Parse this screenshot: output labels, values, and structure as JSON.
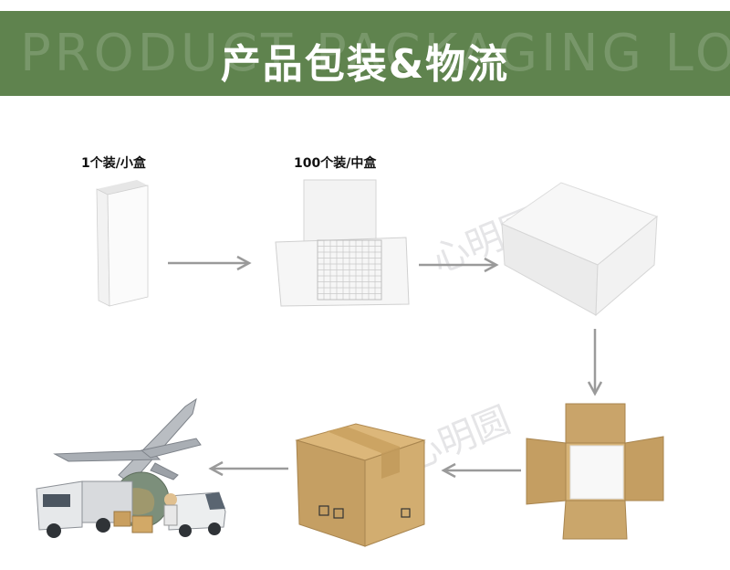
{
  "banner": {
    "title": "产品包装&物流",
    "background_text": "PRODUCT PACKAGING LOGISTICS",
    "color": "#5f834e"
  },
  "steps": [
    {
      "label": "1个装/小盒"
    },
    {
      "label": "100个装/中盒"
    }
  ],
  "watermark": {
    "text": "心明圆"
  },
  "arrow_color": "#9a9a9a"
}
